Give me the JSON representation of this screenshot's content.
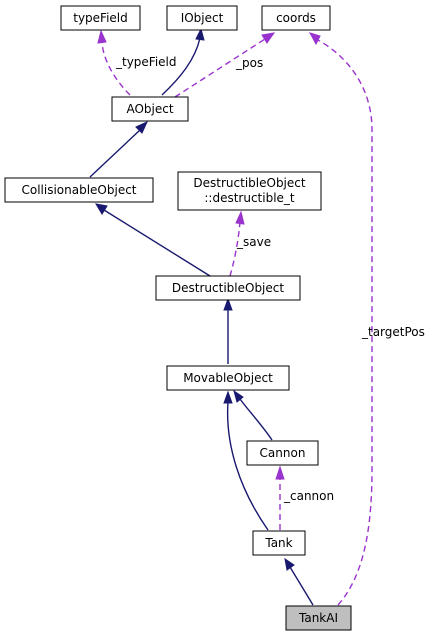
{
  "nodes": {
    "typeField": "typeField",
    "IObject": "IObject",
    "coords": "coords",
    "AObject": "AObject",
    "CollisionableObject": "CollisionableObject",
    "DestructibleObject_destructible_t_line1": "DestructibleObject",
    "DestructibleObject_destructible_t_line2": "::destructible_t",
    "DestructibleObject": "DestructibleObject",
    "MovableObject": "MovableObject",
    "Cannon": "Cannon",
    "Tank": "Tank",
    "TankAI": "TankAI"
  },
  "edge_labels": {
    "typeField": "_typeField",
    "pos": "_pos",
    "save": "_save",
    "targetPos": "_targetPos",
    "cannon": "_cannon"
  },
  "colors": {
    "inheritance": "#191970",
    "usage": "#9a32cd",
    "highlight_fill": "#bfbfbf"
  }
}
